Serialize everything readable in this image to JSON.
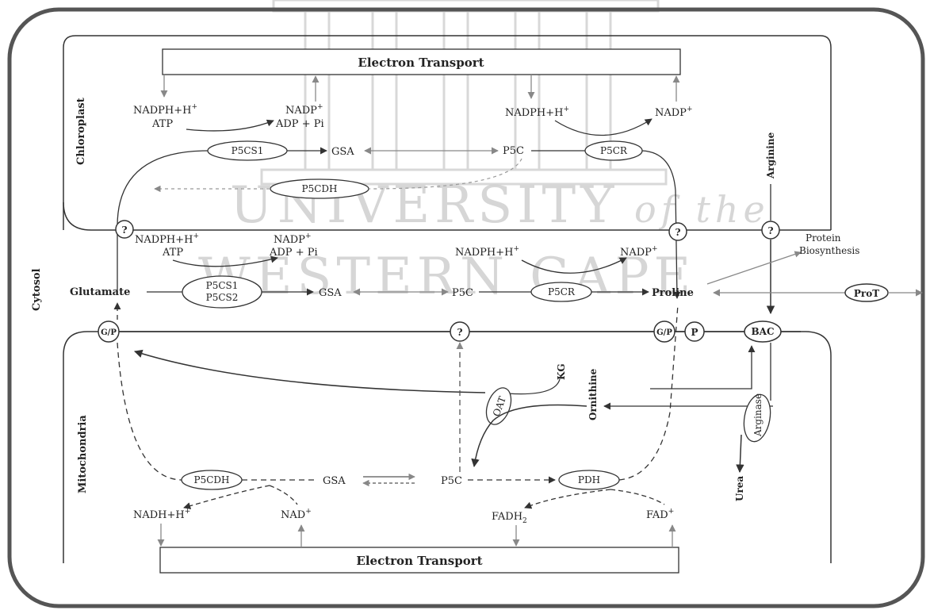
{
  "watermark": {
    "line1": "UNIVERSITY",
    "line1_italic": "of the",
    "line2": "WESTERN CAPE"
  },
  "compartments": {
    "chloroplast": "Chloroplast",
    "cytosol": "Cytosol",
    "mitochondria": "Mitochondria"
  },
  "electron_transport": {
    "top": "Electron Transport",
    "bottom": "Electron Transport"
  },
  "chloroplast": {
    "nadph_left": "NADPH+H",
    "atp": "ATP",
    "nadp_left": "NADP",
    "adp": "ADP + Pi",
    "nadph_right": "NADPH+H",
    "nadp_right": "NADP",
    "p5cs1": "P5CS1",
    "gsa": "GSA",
    "p5c": "P5C",
    "p5cr": "P5CR",
    "p5cdh": "P5CDH",
    "arginine": "Arginine"
  },
  "cytosol": {
    "nadph_left": "NADPH+H",
    "atp": "ATP",
    "nadp_left": "NADP",
    "adp": "ADP + Pi",
    "nadph_right": "NADPH+H",
    "nadp_right": "NADP",
    "glutamate": "Glutamate",
    "p5cs1": "P5CS1",
    "p5cs2": "P5CS2",
    "gsa": "GSA",
    "p5c": "P5C",
    "p5cr": "P5CR",
    "proline": "Proline",
    "protein1": "Protein",
    "protein2": "Biosynthesis",
    "prot": "ProT"
  },
  "transporters": {
    "q": "?",
    "gp": "G/P",
    "p": "P",
    "bac": "BAC"
  },
  "mitochondria": {
    "kg": "KG",
    "oat": "OAT",
    "ornithine": "Ornithine",
    "arginase": "Arginase",
    "urea": "Urea",
    "p5cdh": "P5CDH",
    "gsa": "GSA",
    "p5c": "P5C",
    "pdh": "PDH",
    "nadh": "NADH+H",
    "nad": "NAD",
    "fadh": "FADH",
    "fad": "FAD"
  },
  "superscripts": {
    "plus": "+",
    "two": "2"
  }
}
